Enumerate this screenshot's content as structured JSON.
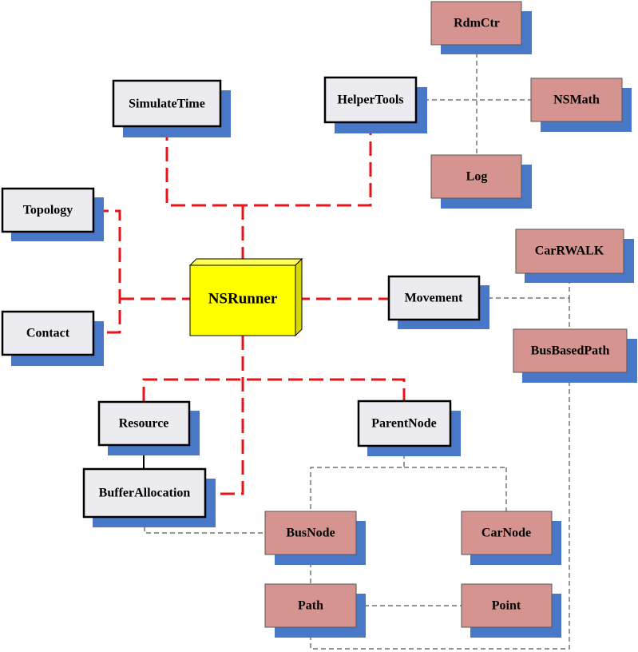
{
  "colors": {
    "shadow": "#4a78c8",
    "main_fill": "#ffff00",
    "module_fill": "#ecebf0",
    "class_fill": "#d69490",
    "dependency_line": "#e8141a",
    "association_line": "#555555"
  },
  "nodes": {
    "nsrunner": "NSRunner",
    "simulatetime": "SimulateTime",
    "helpertools": "HelperTools",
    "rdmctr": "RdmCtr",
    "nsmath": "NSMath",
    "log": "Log",
    "topology": "Topology",
    "contact": "Contact",
    "movement": "Movement",
    "carrwalk": "CarRWALK",
    "busbasedpath": "BusBasedPath",
    "resource": "Resource",
    "bufferallocation": "BufferAllocation",
    "parentnode": "ParentNode",
    "busnode": "BusNode",
    "carnode": "CarNode",
    "path": "Path",
    "point": "Point"
  }
}
